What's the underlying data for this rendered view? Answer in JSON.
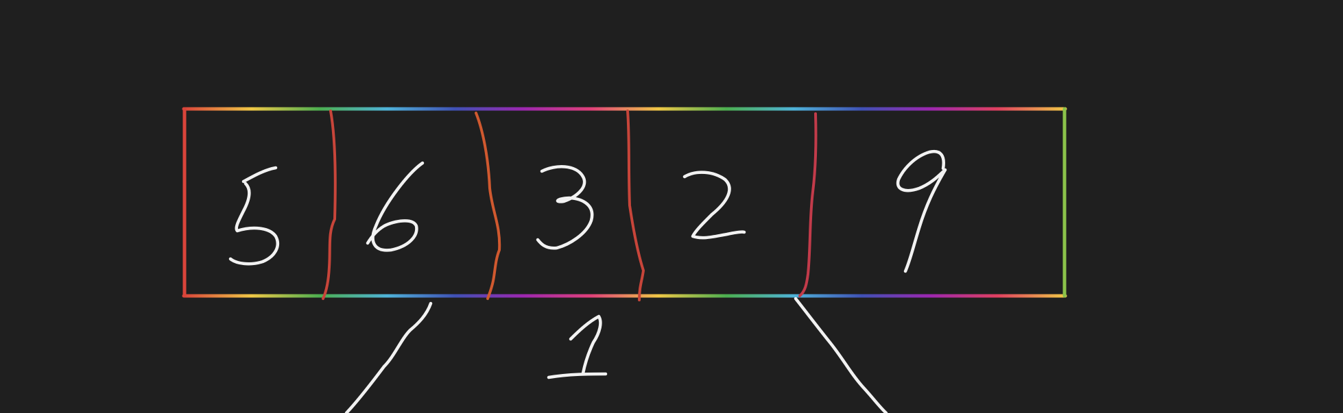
{
  "array": {
    "cells": [
      {
        "value": "5"
      },
      {
        "value": "6"
      },
      {
        "value": "3"
      },
      {
        "value": "2"
      },
      {
        "value": "9"
      }
    ]
  },
  "below": {
    "value": "1"
  },
  "colors": {
    "background": "#1f1f1f",
    "ink": "#f2f2f2",
    "divider_red": "#c8453a",
    "divider_orange": "#d0592f",
    "divider_crimson": "#c23b4a",
    "frame_left": "#d9443a",
    "frame_right": "#8bc34a",
    "frame_gradient": [
      "#d9443a",
      "#f0c846",
      "#4caf50",
      "#4fb3d9",
      "#3f51b5",
      "#9c27b0",
      "#e0407a",
      "#f0c846",
      "#4caf50",
      "#4fb3d9",
      "#3f51b5",
      "#9c27b0",
      "#e04060",
      "#f0c846"
    ]
  }
}
